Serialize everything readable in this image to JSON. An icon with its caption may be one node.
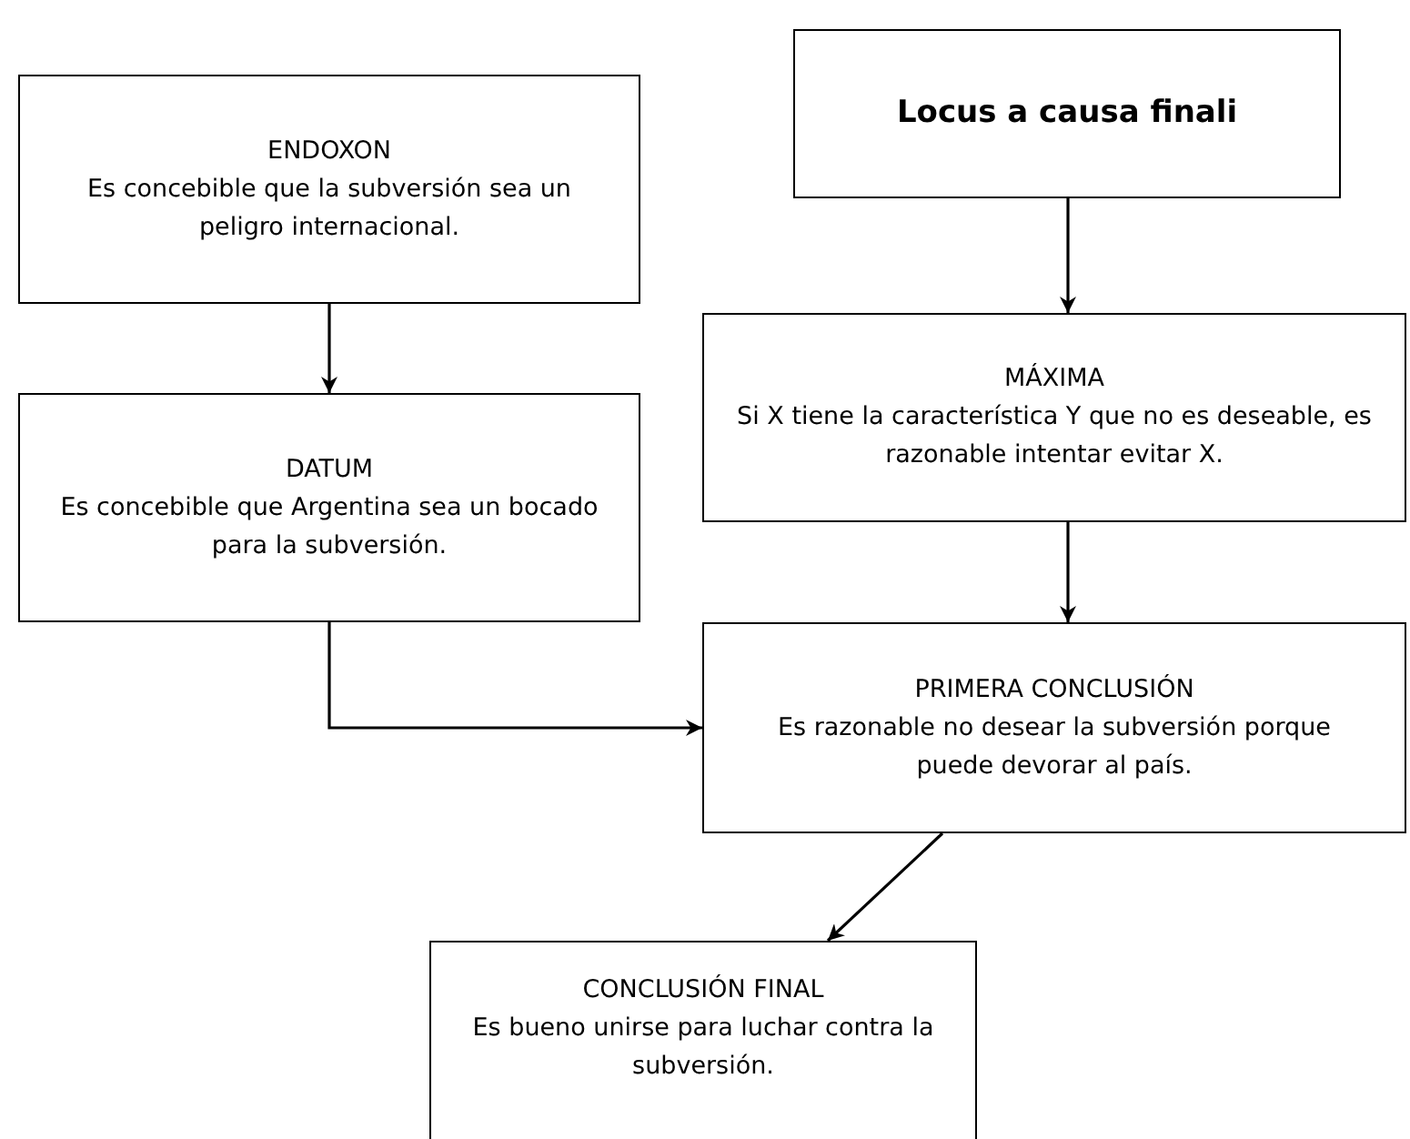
{
  "diagram": {
    "nodes": [
      {
        "text": [
          "ENDOXON",
          "Es concebible que la subversión sea un peligro internacional."
        ]
      },
      {
        "text": [
          "Locus a causa finali"
        ]
      },
      {
        "text": [
          "DATUM",
          "Es concebible que Argentina sea un bocado para la subversión."
        ]
      },
      {
        "text": [
          "MÁXIMA",
          "Si X tiene la característica Y que no es deseable, es razonable intentar evitar X."
        ]
      },
      {
        "text": [
          "PRIMERA CONCLUSIÓN",
          "Es razonable no desear la subversión porque puede devorar al país."
        ]
      },
      {
        "text": [
          "CONCLUSIÓN FINAL",
          "Es bueno unirse para luchar contra la subversión."
        ]
      }
    ],
    "edges": [
      {
        "from": 0,
        "to": 2,
        "arrow": "to"
      },
      {
        "from": 1,
        "to": 3,
        "arrow": "to"
      },
      {
        "from": 3,
        "to": 4,
        "arrow": "to"
      },
      {
        "from": 2,
        "to": 4,
        "arrow": "to"
      },
      {
        "from": 4,
        "to": 5,
        "arrow": "to"
      }
    ]
  }
}
